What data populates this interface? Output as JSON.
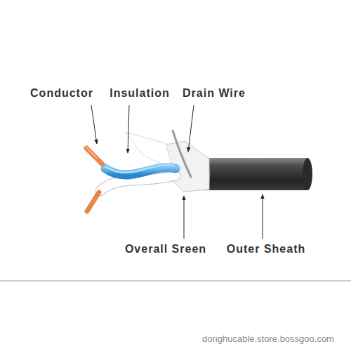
{
  "diagram": {
    "labels": [
      "Conductor",
      "Insulation",
      "Drain Wire",
      "Overall Sreen",
      "Outer Sheath",
      "donghucable.store.bossgoo.com"
    ]
  }
}
